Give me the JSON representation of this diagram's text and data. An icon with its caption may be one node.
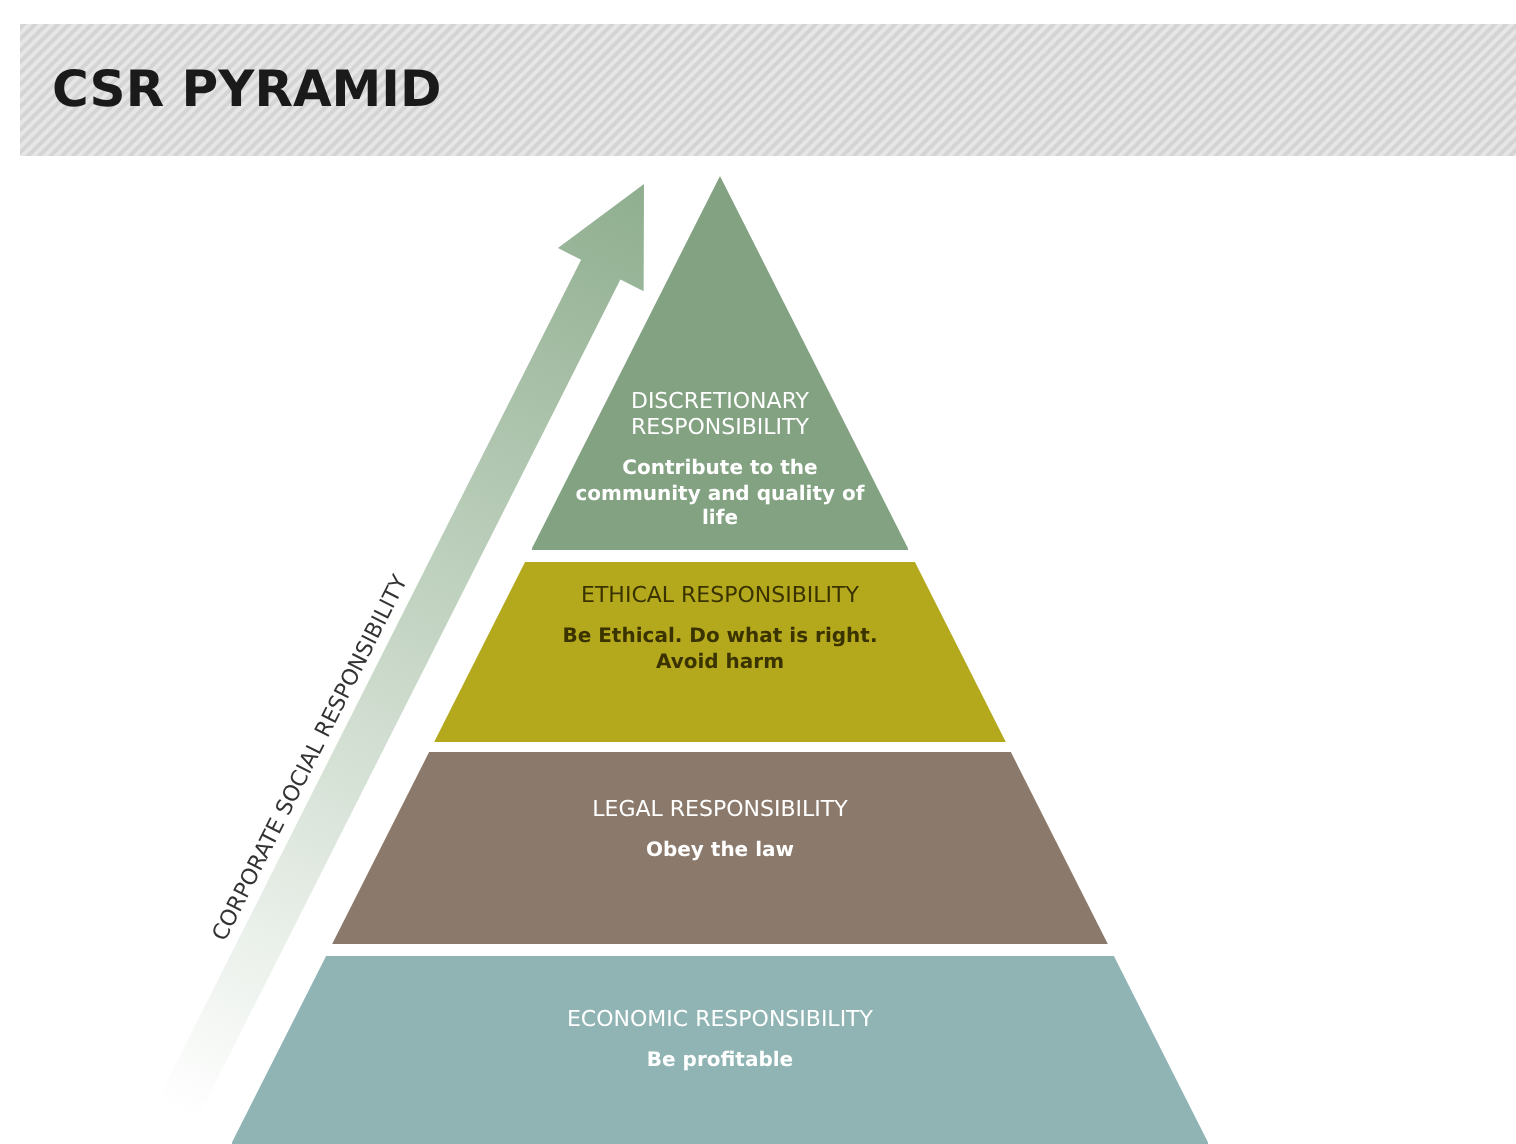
{
  "diagram": {
    "title": "CSR PYRAMID",
    "nodes": [
      {
        "text": [
          "DISCRETIONARY RESPONSIBILITY",
          "Contribute to the community and quality of life"
        ]
      },
      {
        "text": [
          "ETHICAL RESPONSIBILITY",
          "Be Ethical. Do what is right. Avoid harm"
        ]
      },
      {
        "text": [
          "LEGAL RESPONSIBILITY",
          "Obey the law"
        ]
      },
      {
        "text": [
          "ECONOMIC RESPONSIBILITY",
          "Be profitable"
        ]
      }
    ],
    "labels": [
      "CORPORATE SOCIAL RESPONSIBILITY"
    ]
  }
}
